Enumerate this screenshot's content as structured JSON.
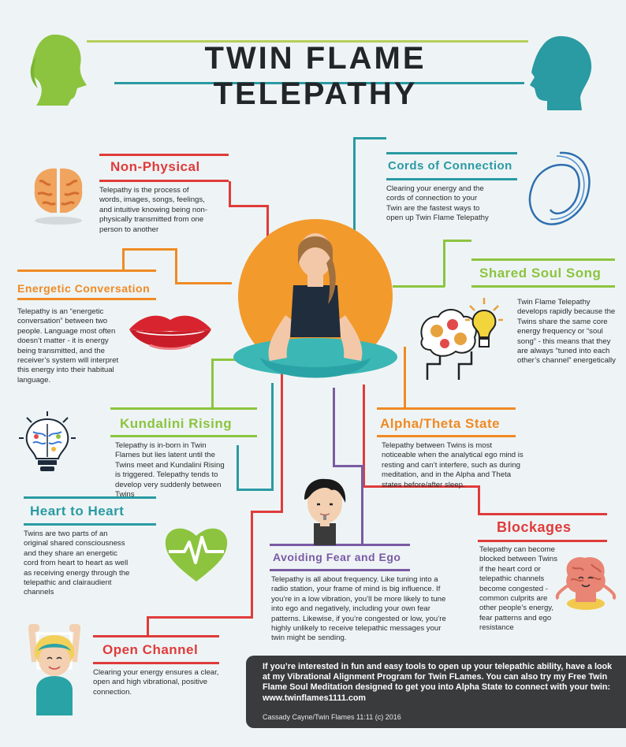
{
  "page": {
    "title": "TWIN FLAME TELEPATHY"
  },
  "sections": {
    "non_physical": {
      "heading": "Non-Physical",
      "body": "Telepathy is the process of words, images, songs, feelings, and intuitive knowing being non-physically transmitted from one person to another"
    },
    "cords": {
      "heading": "Cords of Connection",
      "body": "Clearing your energy and the cords of connection to your Twin are the fastest ways to open up Twin Flame Telepathy"
    },
    "shared_soul_song": {
      "heading": "Shared Soul Song",
      "body": "Twin Flame Telepathy develops rapidly because the Twins share the same core energy frequency or “soul song” - this means that they are always “tuned into each other’s channel” energetically"
    },
    "energetic_conversation": {
      "heading": "Energetic Conversation",
      "body": "Telepathy is an “energetic conversation” between two people. Language most often doesn’t matter - it is energy being transmitted, and the receiver’s system will interpret this energy into their habitual language."
    },
    "kundalini": {
      "heading": "Kundalini Rising",
      "body": "Telepathy is in-born in Twin Flames but lies latent until the Twins meet and Kundalini Rising is triggered. Telepathy tends to develop very suddenly between Twins"
    },
    "alpha_theta": {
      "heading": "Alpha/Theta State",
      "body": "Telepathy between Twins is most noticeable when the analytical ego mind is resting and can’t interfere, such as during meditation, and in the Alpha and Theta states before/after sleep."
    },
    "heart_to_heart": {
      "heading": "Heart to Heart",
      "body": "Twins are two parts of an original shared consciousness and they share an energetic cord from heart to heart as well as receiving energy through the telepathic and clairaudient channels"
    },
    "blockages": {
      "heading": "Blockages",
      "body": "Telepathy can become blocked between Twins if the heart cord or telepathic channels become congested - common culprits are other people’s energy, fear patterns and ego resistance"
    },
    "avoiding_fear": {
      "heading": "Avoiding Fear and Ego",
      "body": "Telepathy is all about frequency. Like tuning into a radio station, your frame of mind is big influence. If you’re in a low vibration, you’ll be more likely to tune into ego and negatively, including your own fear patterns. Likewise, if you’re congested or low, you’re highly unlikely to receive telepathic messages your twin might be sending."
    },
    "open_channel": {
      "heading": "Open Channel",
      "body": "Clearing your energy ensures a clear, open and high vibrational, positive connection."
    }
  },
  "footer": {
    "text": "If you’re interested in fun and easy tools to open up your telepathic ability, have a look at my Vibrational Alignment Program for Twin FLames. You can also try my Free Twin Flame Soul Meditation designed to get you into Alpha State to connect with your twin: www.twinflames1111.com",
    "credit": "Cassady Cayne/Twin Flames 11:11 (c) 2016"
  },
  "colors": {
    "red": "#e03b3b",
    "teal": "#2a9aa3",
    "orange": "#f08a24",
    "green": "#8cc43f",
    "purple": "#7a5aa5",
    "lime": "#b6cf5a",
    "background": "#eef4f5"
  },
  "icons": [
    "woman-profile-icon",
    "man-profile-icon",
    "brain-icon",
    "cord-loop-icon",
    "lips-icon",
    "brain-lightbulb-icon",
    "lightbulb-brain-icon",
    "heart-pulse-icon",
    "meditating-brain-icon",
    "boy-avatar-icon",
    "girl-avatar-icon",
    "meditating-woman-icon"
  ]
}
